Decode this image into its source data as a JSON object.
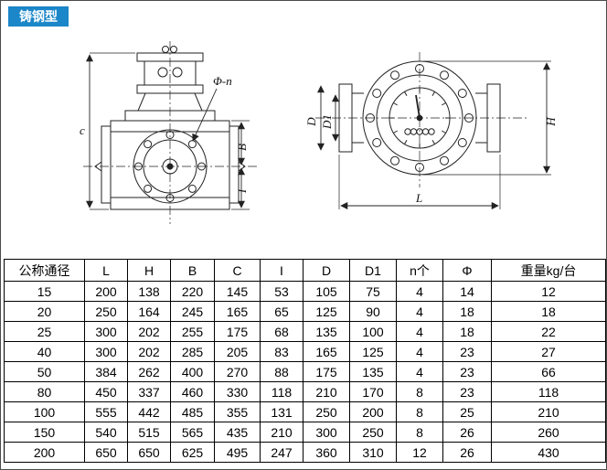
{
  "badge": {
    "label": "铸钢型"
  },
  "drawing": {
    "front_view": {
      "labels": {
        "c": "c",
        "b": "B",
        "i": "I",
        "phi_n": "Φ-n"
      }
    },
    "side_view": {
      "labels": {
        "d": "D",
        "d1": "D1",
        "l": "L",
        "h": "H"
      }
    }
  },
  "table": {
    "headers": [
      "公称通径",
      "L",
      "H",
      "B",
      "C",
      "I",
      "D",
      "D1",
      "n个",
      "Φ",
      "重量kg/台"
    ],
    "rows": [
      [
        "15",
        "200",
        "138",
        "220",
        "145",
        "53",
        "105",
        "75",
        "4",
        "14",
        "12"
      ],
      [
        "20",
        "250",
        "164",
        "245",
        "165",
        "65",
        "125",
        "90",
        "4",
        "18",
        "18"
      ],
      [
        "25",
        "300",
        "202",
        "255",
        "175",
        "68",
        "135",
        "100",
        "4",
        "18",
        "22"
      ],
      [
        "40",
        "300",
        "202",
        "285",
        "205",
        "83",
        "165",
        "125",
        "4",
        "23",
        "27"
      ],
      [
        "50",
        "384",
        "262",
        "400",
        "270",
        "88",
        "175",
        "135",
        "4",
        "23",
        "66"
      ],
      [
        "80",
        "450",
        "337",
        "460",
        "330",
        "118",
        "210",
        "170",
        "8",
        "23",
        "118"
      ],
      [
        "100",
        "555",
        "442",
        "485",
        "355",
        "131",
        "250",
        "200",
        "8",
        "25",
        "210"
      ],
      [
        "150",
        "540",
        "515",
        "565",
        "435",
        "210",
        "300",
        "250",
        "8",
        "26",
        "260"
      ],
      [
        "200",
        "650",
        "650",
        "625",
        "495",
        "247",
        "360",
        "310",
        "12",
        "26",
        "430"
      ]
    ]
  }
}
